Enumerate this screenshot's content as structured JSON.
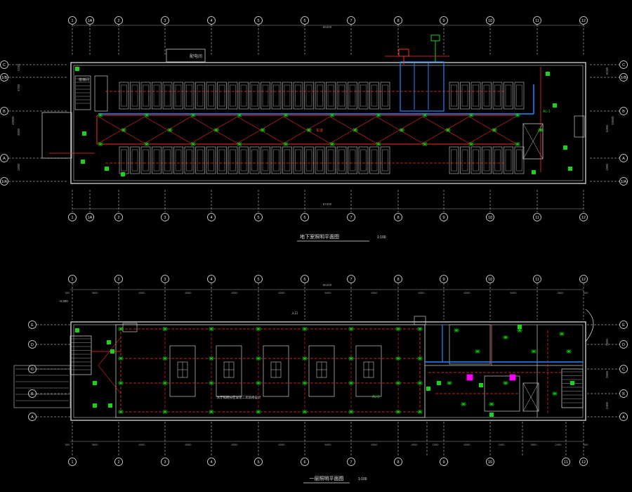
{
  "colors": {
    "background": "#000000",
    "wall": "#c8c8c8",
    "axis": "#e6e6e6",
    "lighting": "#ff2a2a",
    "fixture": "#19d419",
    "bus": "#1e8cff",
    "accent": "#ff00ff",
    "label": "#e0e0e0",
    "dimension": "#a0a0a0"
  },
  "plan_basement": {
    "title": "地下室照明平面图",
    "scale": "1:100",
    "total_dimension": "86400",
    "total_dimension_bottom": "87400",
    "grid_columns": [
      "1",
      "1A",
      "2",
      "3",
      "4",
      "5",
      "6",
      "7",
      "8",
      "9",
      "10",
      "11",
      "12"
    ],
    "grid_rows": [
      "C",
      "1/B",
      "B",
      "A",
      "1/A"
    ],
    "left_dimensions": [
      "2100",
      "3700",
      "3600",
      "1500"
    ],
    "left_total": "10900",
    "right_dimensions": [
      "6100",
      "5300",
      "1500"
    ],
    "right_total": "10900",
    "room_tag": "配电间",
    "corridor_label": "车道",
    "stair_label": "楼梯间",
    "panel_label": "AL-1"
  },
  "plan_ground": {
    "title": "一层照明平面图",
    "scale": "1:100",
    "total_dimension": "86400",
    "grid_columns": [
      "1",
      "2",
      "3",
      "4",
      "5",
      "6",
      "7",
      "8",
      "9",
      "10",
      "11",
      "12"
    ],
    "grid_rows": [
      "E",
      "D",
      "C",
      "B",
      "A"
    ],
    "top_dimensions": [
      "500",
      "3600",
      "6000",
      "6000",
      "6000",
      "6000",
      "6000",
      "6000",
      "6000",
      "6000",
      "6000",
      "3600",
      "500"
    ],
    "bottom_dimensions": [
      "500",
      "3600",
      "6000",
      "6000",
      "6000",
      "6000",
      "6000",
      "6000",
      "4500",
      "1500",
      "6000",
      "2400",
      "3600",
      "2400",
      "500"
    ],
    "right_dimensions": [
      "2600",
      "2600",
      "2400"
    ],
    "hall_label": "大厅照明分区详见二次装修设计",
    "entrance_label": "入口",
    "elevation_tag": "-0.300",
    "panel_label": "AL-2"
  }
}
